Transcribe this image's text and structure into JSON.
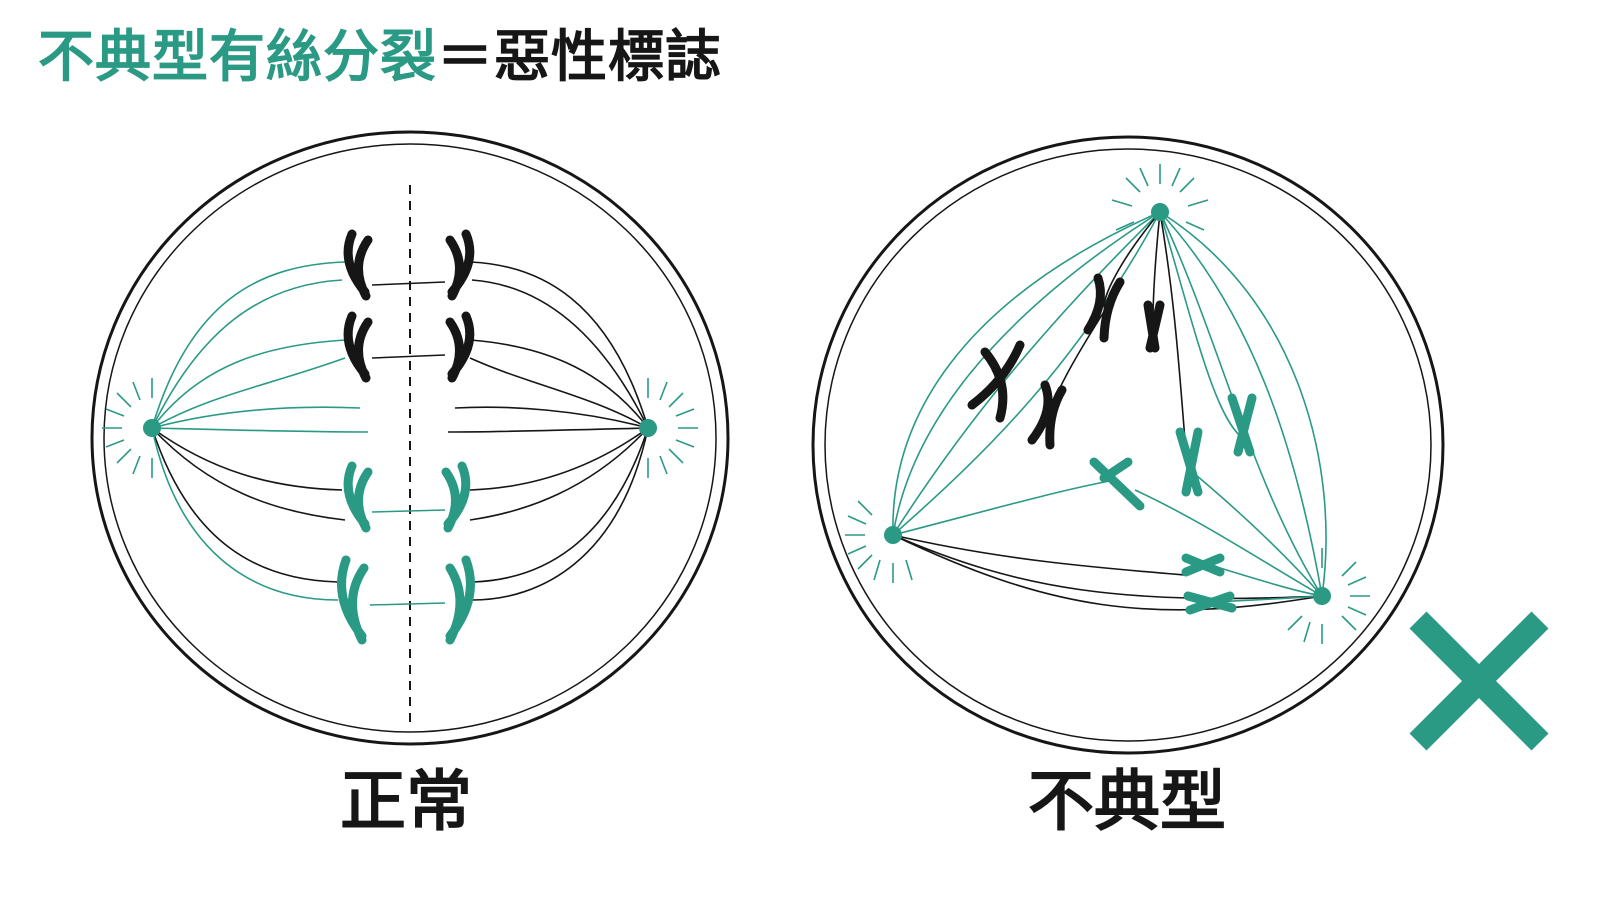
{
  "title": {
    "highlight": "不典型有絲分裂",
    "equals": "＝",
    "rest": "惡性標誌"
  },
  "panels": {
    "normal": {
      "label": "正常"
    },
    "atypical": {
      "label": "不典型"
    }
  },
  "icons": {
    "verdict": "cross-mark-icon"
  },
  "colors": {
    "accent": "#2a9a85",
    "ink": "#161616"
  }
}
